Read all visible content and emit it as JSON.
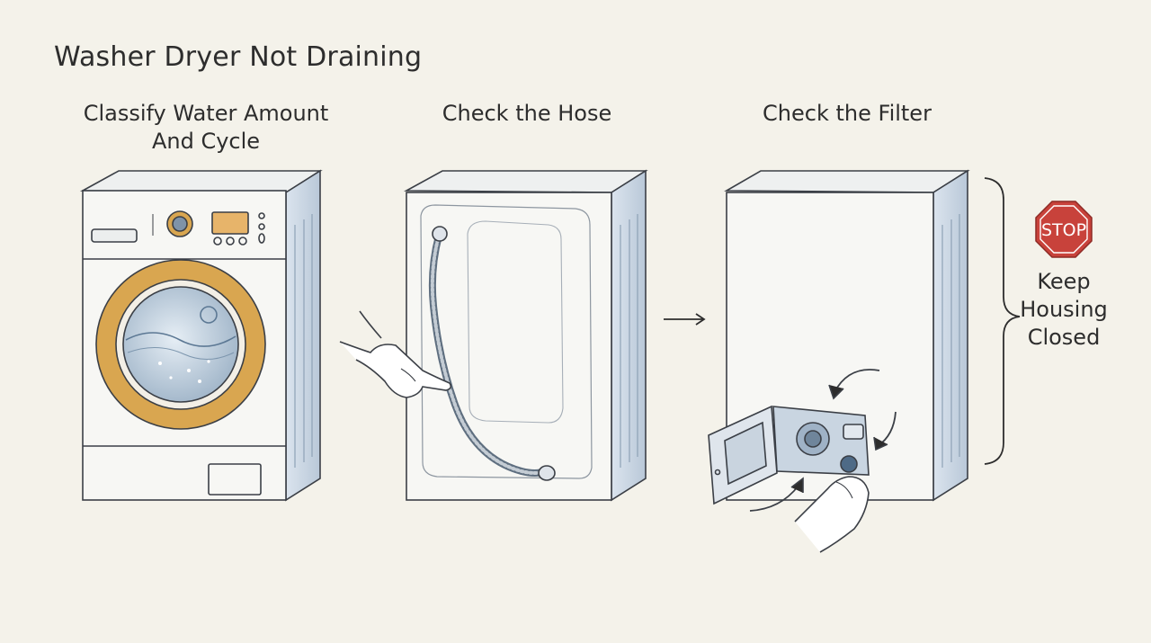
{
  "title": "Washer Dryer Not Draining",
  "steps": [
    {
      "label_line1": "Classify Water Amount",
      "label_line2": "And Cycle"
    },
    {
      "label_line1": "Check the Hose"
    },
    {
      "label_line1": "Check the Filter"
    }
  ],
  "warning": {
    "sign_text": "STOP",
    "line1": "Keep",
    "line2": "Housing",
    "line3": "Closed"
  },
  "colors": {
    "background": "#f4f2ea",
    "door_ring": "#d9a650",
    "machine_side": "#c7d3e0",
    "stop_red": "#c8423b"
  }
}
